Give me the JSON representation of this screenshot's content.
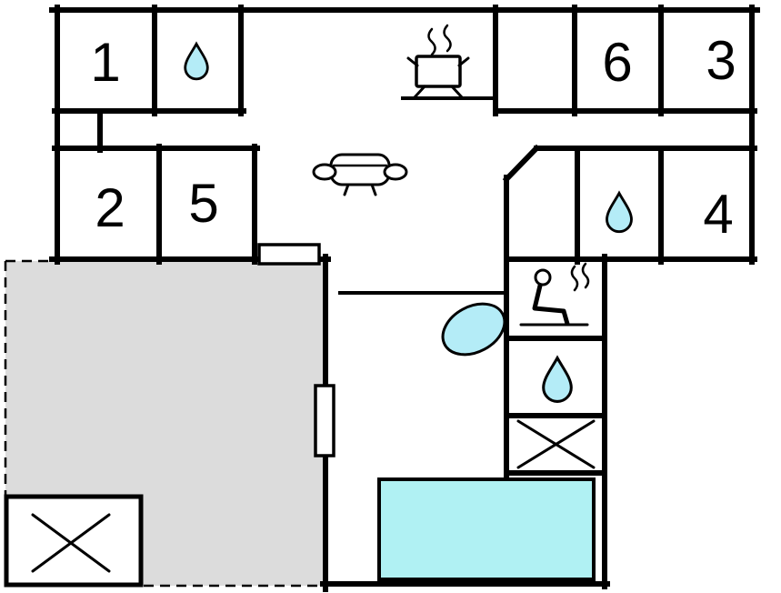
{
  "plan": {
    "type": "floor-plan",
    "rooms": [
      {
        "label": "1"
      },
      {
        "label": "2"
      },
      {
        "label": "3"
      },
      {
        "label": "4"
      },
      {
        "label": "5"
      },
      {
        "label": "6"
      }
    ]
  },
  "colors": {
    "wall": "#000000",
    "water_fill": "#b4ecf7",
    "pool_fill": "#b0f1f3",
    "terrace_fill": "#dcdcdc",
    "icon_fill": "#ffffff",
    "background": "#ffffff"
  },
  "icons": {
    "water_drop": "water-drop-icon",
    "stove": "stove-icon",
    "sofa": "sofa-icon",
    "sauna": "sauna-person-icon",
    "cross": "cross-mark-icon",
    "bathtub": "bathtub-icon",
    "pool": "swimming-pool"
  }
}
